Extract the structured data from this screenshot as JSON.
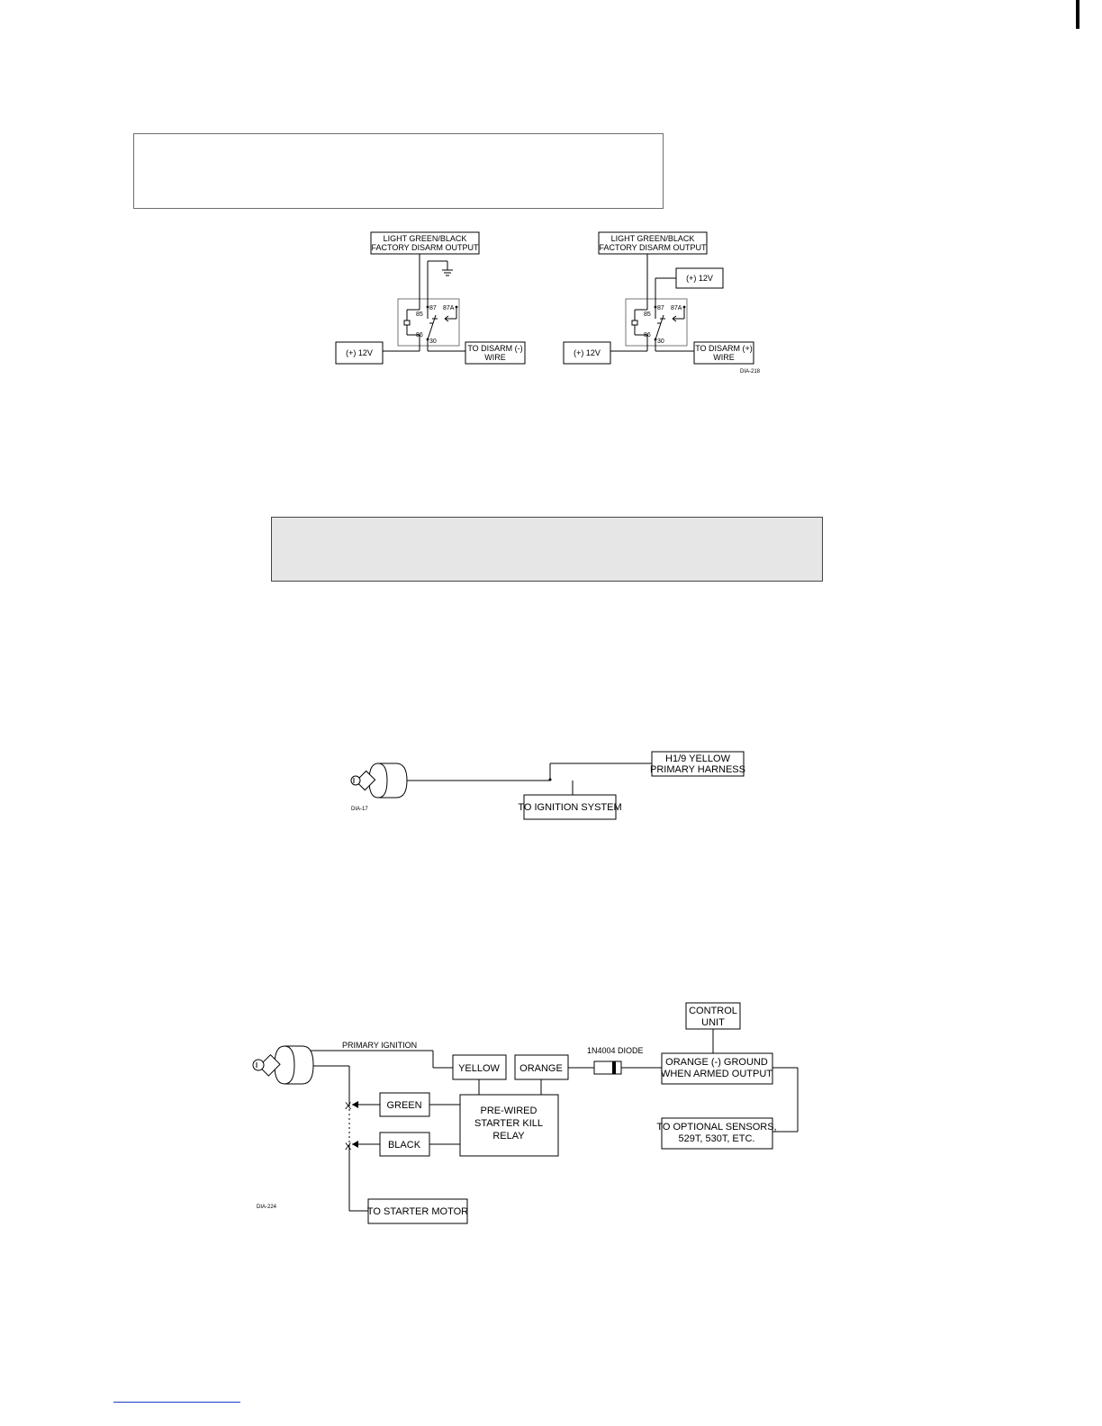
{
  "relay_left": {
    "source_line1": "LIGHT GREEN/BLACK",
    "source_line2": "FACTORY DISARM OUTPUT",
    "supply": "(+) 12V",
    "target_line1": "TO DISARM (-)",
    "target_line2": "WIRE",
    "pin_85": "85",
    "pin_86": "86",
    "pin_87": "87",
    "pin_87a": "87A",
    "pin_30": "30"
  },
  "relay_right": {
    "source_line1": "LIGHT GREEN/BLACK",
    "source_line2": "FACTORY DISARM OUTPUT",
    "supply_top": "(+) 12V",
    "supply": "(+) 12V",
    "target_line1": "TO DISARM (+)",
    "target_line2": "WIRE",
    "pin_85": "85",
    "pin_86": "86",
    "pin_87": "87",
    "pin_87a": "87A",
    "pin_30": "30",
    "code": "DIA-218"
  },
  "ignition": {
    "harness_line1": "H1/9 YELLOW",
    "harness_line2": "PRIMARY HARNESS",
    "target": "TO IGNITION SYSTEM",
    "code": "DIA-17"
  },
  "starter_kill": {
    "primary_ignition": "PRIMARY IGNITION",
    "yellow": "YELLOW",
    "orange": "ORANGE",
    "diode": "1N4004 DIODE",
    "control_line1": "CONTROL",
    "control_line2": "UNIT",
    "output_line1": "ORANGE (-) GROUND",
    "output_line2": "WHEN ARMED OUTPUT",
    "green": "GREEN",
    "black": "BLACK",
    "relay_line1": "PRE-WIRED",
    "relay_line2": "STARTER KILL",
    "relay_line3": "RELAY",
    "sensors_line1": "TO OPTIONAL SENSORS,",
    "sensors_line2": "529T, 530T, ETC.",
    "starter": "TO STARTER MOTOR",
    "code": "DIA-224",
    "cut_mark": "X"
  }
}
